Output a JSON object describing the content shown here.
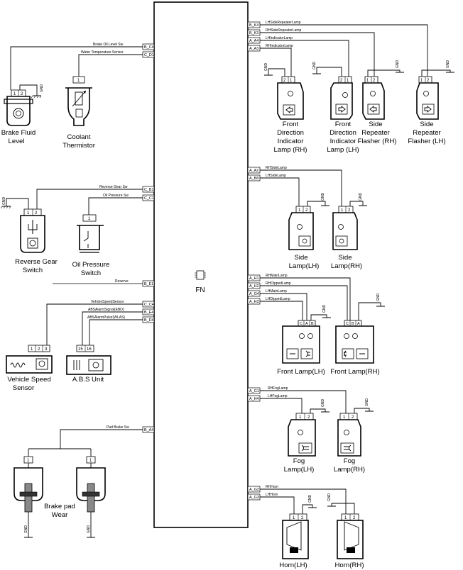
{
  "module": {
    "label": "FN"
  },
  "left_sensors": {
    "brake_fluid": {
      "wire": "Brake Oil Level Sw",
      "pin": "B_C4",
      "caption_1": "Brake Fluid",
      "caption_2": "Level",
      "gnd": "GND"
    },
    "coolant": {
      "wire": "Water Temperature Sensor",
      "pin": "C_D1",
      "caption_1": "Coolant",
      "caption_2": "Thermistor"
    },
    "reverse_gear": {
      "wire": "Reverse Gear Sw",
      "pin": "C_B1",
      "caption_1": "Reverse Gear",
      "caption_2": "Switch",
      "gnd": "GND"
    },
    "oil_pressure": {
      "wire": "Oil Pressure Sw",
      "pin": "C_C1",
      "caption_1": "Oil Pressure",
      "caption_2": "Switch"
    },
    "reserve": {
      "wire": "Reserve",
      "pin": "B_E1"
    },
    "vss": {
      "wire": "VehicleSpeedSensor",
      "pin": "C_C4",
      "caption_1": "Vehicle Speed",
      "caption_2": "Sensor"
    },
    "abs": {
      "wire_1": "ABSAlarmSignal(EBD)",
      "pin_1": "B_E4",
      "wire_2": "ABSAlarmPulse(WLAS)",
      "pin_2": "B_D4",
      "caption": "A.B.S Unit",
      "pins": [
        "15",
        "16"
      ]
    },
    "brake_pad": {
      "wire": "Pad Brake Sw",
      "pin": "B_A4",
      "caption_1": "Brake pad",
      "caption_2": "Wear",
      "gnd": "GND",
      "pin_no": "1"
    }
  },
  "indicators": {
    "wires": [
      {
        "pin": "B_K4",
        "label": "LHSideRepeaterLamp"
      },
      {
        "pin": "B_K3",
        "label": "RHSideRepeaterLamp"
      },
      {
        "pin": "A_A4",
        "label": "LHIndicatorLamp"
      },
      {
        "pin": "A_A3",
        "label": "RHIndicatorLamp"
      }
    ],
    "gnd": "GND",
    "captions": {
      "front_rh": [
        "Front",
        "Direction",
        "Indicator",
        "Lamp (RH)"
      ],
      "front_lh": [
        "Front",
        "Direction",
        "Indicator",
        "Lamp (LH)"
      ],
      "rep_rh": [
        "Side",
        "Repeater",
        "Flasher (RH)"
      ],
      "rep_lh": [
        "Side",
        "Repeater",
        "Flasher (LH)"
      ]
    }
  },
  "side_lamps": {
    "wires": [
      {
        "pin": "A_A2",
        "label": "RHSideLamp"
      },
      {
        "pin": "A_B8",
        "label": "LHSideLamp"
      }
    ],
    "gnd": "GND",
    "lh": [
      "Side",
      "Lamp(LH)"
    ],
    "rh": [
      "Side",
      "Lamp(RH)"
    ]
  },
  "front_lamps": {
    "wires": [
      {
        "pin": "A_H1",
        "label": "RHMainLamp"
      },
      {
        "pin": "A_H2",
        "label": "RHDippedLamp"
      },
      {
        "pin": "A_G4",
        "label": "LHMainLamp"
      },
      {
        "pin": "A_H3",
        "label": "LHDippedLamp"
      }
    ],
    "gnd": "GND",
    "lh": "Front Lamp(LH)",
    "rh": "Front Lamp(RH)"
  },
  "fog_lamps": {
    "wires": [
      {
        "pin": "A_G1",
        "label": "RHFogLamp"
      },
      {
        "pin": "A_H4",
        "label": "LHFogLamp"
      }
    ],
    "gnd": "GND",
    "lh": [
      "Fog",
      "Lamp(LH)"
    ],
    "rh": [
      "Fog",
      "Lamp(RH)"
    ]
  },
  "horns": {
    "wires": [
      {
        "pin": "A_G2",
        "label": "RHHorn"
      },
      {
        "pin": "A_G3",
        "label": "LHHorn"
      }
    ],
    "gnd": "GND",
    "lh": "Horn(LH)",
    "rh": "Horn(RH)"
  },
  "connector_pins": {
    "one": "1",
    "two": "2",
    "three": "3",
    "a": "A",
    "b": "B",
    "c": "C"
  }
}
